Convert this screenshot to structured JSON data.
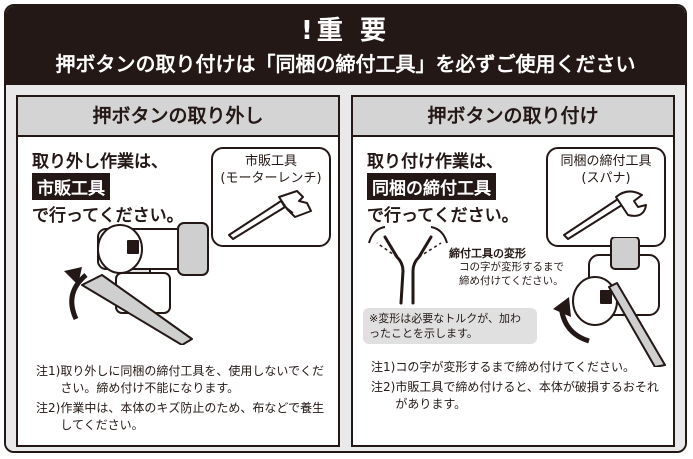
{
  "header": {
    "title": "!重 要",
    "subtitle": "押ボタンの取り付けは「同梱の締付工具」を必ずご使用ください"
  },
  "left_panel": {
    "heading": "押ボタンの取り外し",
    "lead_line1": "取り外し作業は、",
    "lead_highlight": "市販工具",
    "lead_line2": "で行ってください。",
    "tool_label_line1": "市販工具",
    "tool_label_line2": "(モーターレンチ)",
    "notes": [
      {
        "num": "注1)",
        "text": "取り外しに同梱の締付工具を、使用しないでください。締め付け不能になります。"
      },
      {
        "num": "注2)",
        "text": "作業中は、本体のキズ防止のため、布などで養生してください。"
      }
    ]
  },
  "right_panel": {
    "heading": "押ボタンの取り付け",
    "lead_line1": "取り付け作業は、",
    "lead_highlight": "同梱の締付工具",
    "lead_line2": "で行ってください。",
    "tool_label_line1": "同梱の締付工具",
    "tool_label_line2": "(スパナ)",
    "deform_title": "締付工具の変形",
    "deform_text": "コの字が変形するまで締め付けてください。",
    "callout_text": "※変形は必要なトルクが、加わったことを示します。",
    "notes": [
      {
        "num": "注1)",
        "text": "コの字が変形するまで締め付けてください。"
      },
      {
        "num": "注2)",
        "text": "市販工具で締め付けると、本体が破損するおそれがあります。"
      }
    ]
  },
  "colors": {
    "ink": "#231815",
    "panel_head": "#d4d4d4",
    "background": "#e9e9e9",
    "callout": "#e0e0e0"
  }
}
